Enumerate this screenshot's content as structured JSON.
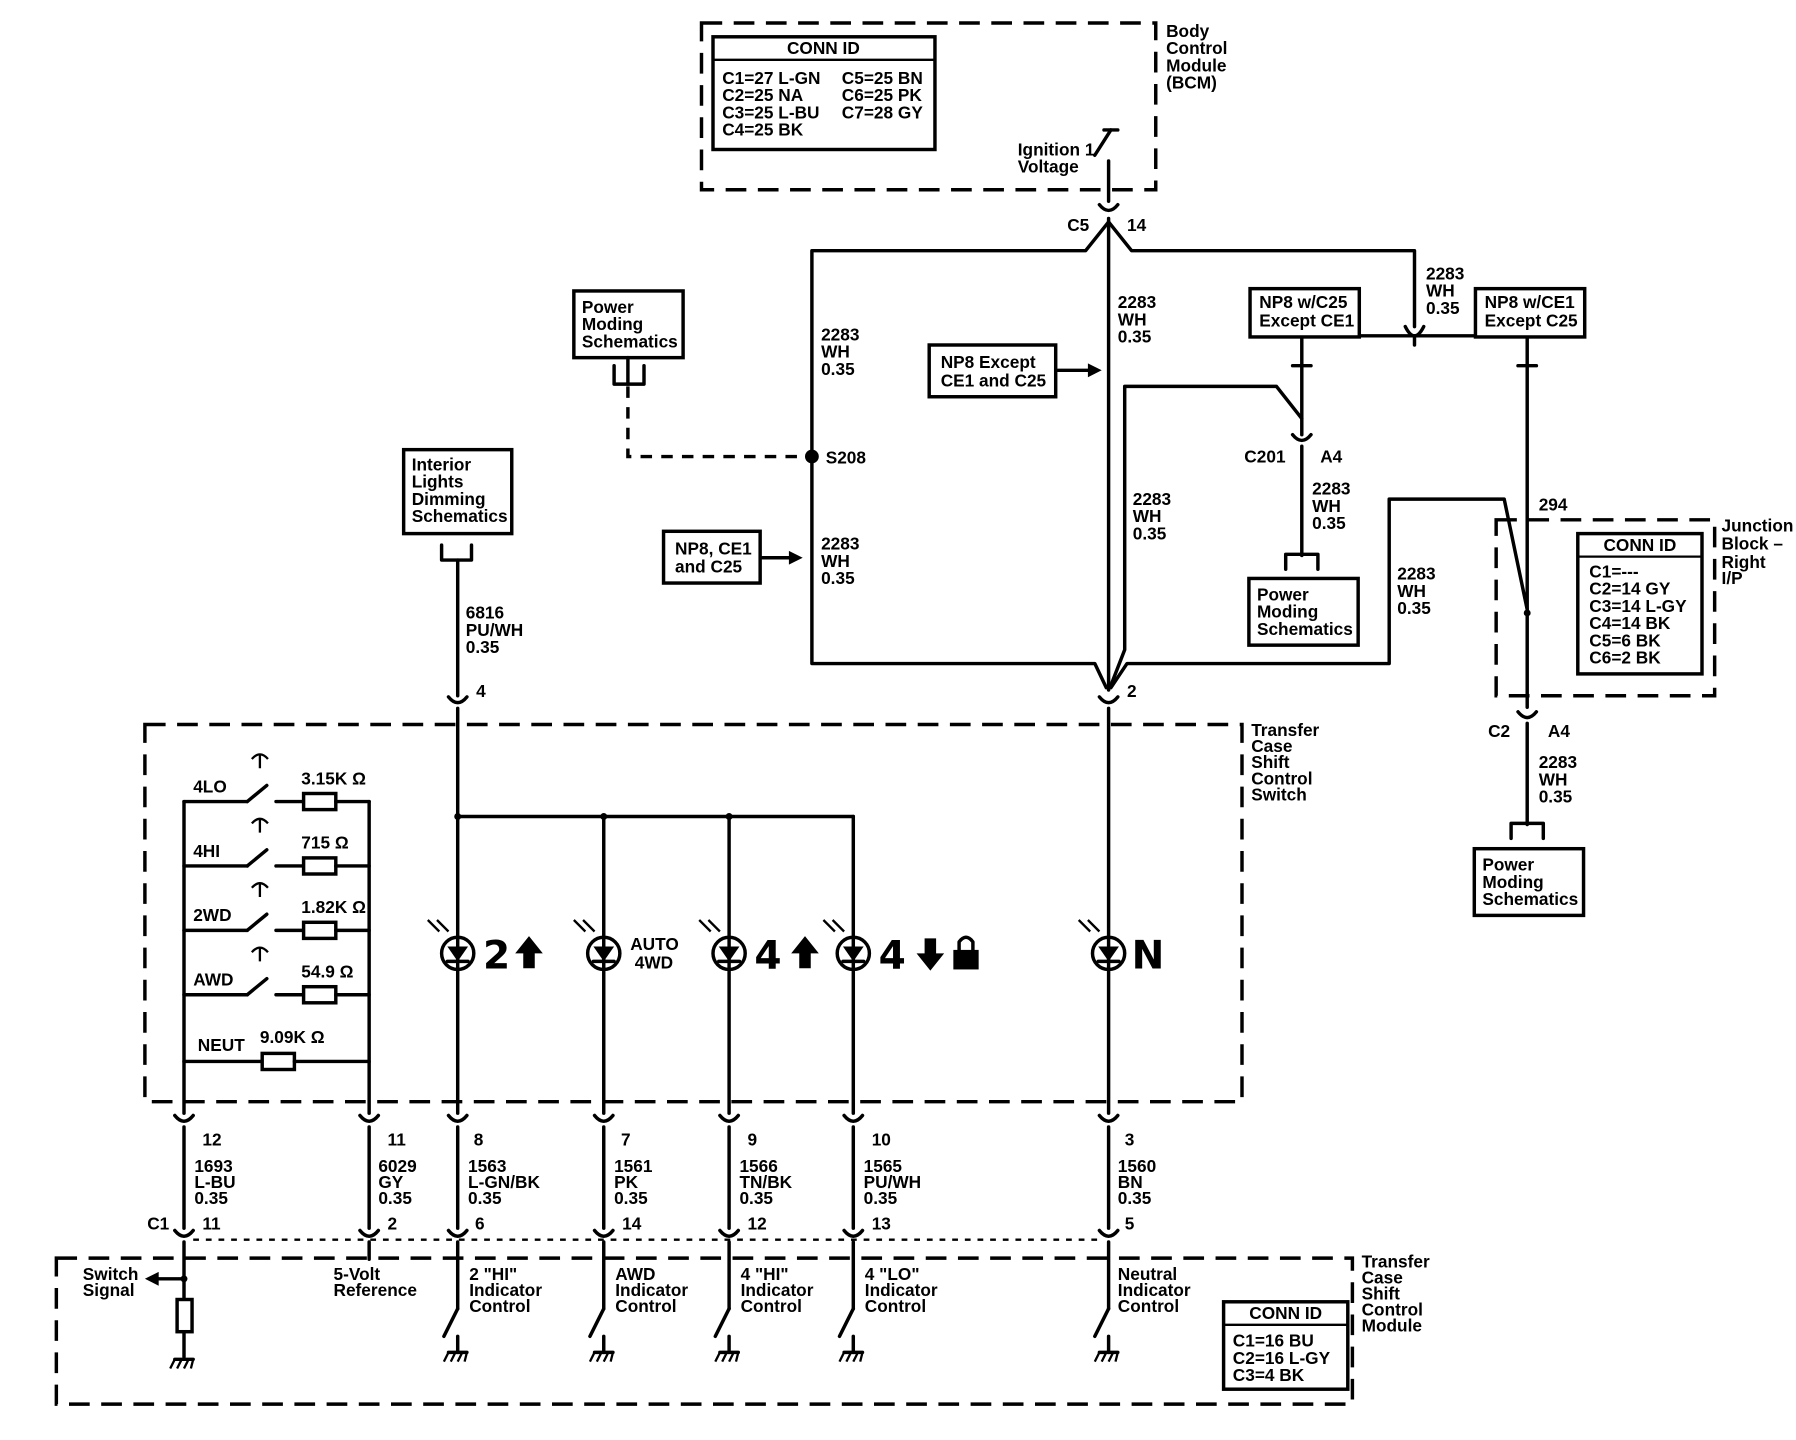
{
  "bcm": {
    "label": [
      "Body",
      "Control",
      "Module",
      "(BCM)"
    ],
    "conn_id_title": "CONN ID",
    "conn_ids": [
      "C1=27 L-GN",
      "C2=25 NA",
      "C3=25 L-BU",
      "C4=25 BK",
      "C5=25 BN",
      "C6=25 PK",
      "C7=28 GY"
    ],
    "ignition": [
      "Ignition 1",
      "Voltage"
    ],
    "connector": "C5",
    "pin": "14"
  },
  "wires": {
    "w2283_left": [
      "2283",
      "WH",
      "0.35"
    ],
    "w2283_center_top": [
      "2283",
      "WH",
      "0.35"
    ],
    "w2283_right_top": [
      "2283",
      "WH",
      "0.35"
    ],
    "w2283_s208_low": [
      "2283",
      "WH",
      "0.35"
    ],
    "w2283_center_low": [
      "2283",
      "WH",
      "0.35"
    ],
    "w2283_c201": [
      "2283",
      "WH",
      "0.35"
    ],
    "w2283_jb": [
      "2283",
      "WH",
      "0.35"
    ],
    "w2283_c2": [
      "2283",
      "WH",
      "0.35"
    ],
    "w6816": [
      "6816",
      "PU/WH",
      "0.35"
    ],
    "w1693": [
      "1693",
      "L-BU",
      "0.35"
    ],
    "w6029": [
      "6029",
      "GY",
      "0.35"
    ],
    "w1563": [
      "1563",
      "L-GN/BK",
      "0.35"
    ],
    "w1561": [
      "1561",
      "PK",
      "0.35"
    ],
    "w1566": [
      "1566",
      "TN/BK",
      "0.35"
    ],
    "w1565": [
      "1565",
      "PU/WH",
      "0.35"
    ],
    "w1560": [
      "1560",
      "BN",
      "0.35"
    ]
  },
  "boxes": {
    "power_moding": [
      "Power",
      "Moding",
      "Schematics"
    ],
    "interior_lights": [
      "Interior",
      "Lights",
      "Dimming",
      "Schematics"
    ],
    "np8_except": [
      "NP8 Except",
      "CE1 and C25"
    ],
    "np8_ce1_c25": [
      "NP8, CE1",
      "and C25"
    ],
    "np8_wc25": [
      "NP8 w/C25",
      "Except CE1"
    ],
    "np8_wce1": [
      "NP8 w/CE1",
      "Except C25"
    ]
  },
  "splice": "S208",
  "c201": {
    "conn": "C201",
    "pin": "A4"
  },
  "junction_block": {
    "label": [
      "Junction",
      "Block –",
      "Right",
      "I/P"
    ],
    "pin_top": "294",
    "conn_id_title": "CONN ID",
    "conn_ids": [
      "C1=---",
      "C2=14 GY",
      "C3=14 L-GY",
      "C4=14 BK",
      "C5=6 BK",
      "C6=2 BK"
    ],
    "conn": "C2",
    "pin": "A4"
  },
  "switch": {
    "label": [
      "Transfer",
      "Case",
      "Shift",
      "Control",
      "Switch"
    ],
    "top_pins": {
      "p4": "4",
      "p2": "2"
    },
    "modes": [
      {
        "name": "4LO",
        "res": "3.15K Ω"
      },
      {
        "name": "4HI",
        "res": "715  Ω"
      },
      {
        "name": "2WD",
        "res": "1.82K Ω"
      },
      {
        "name": "AWD",
        "res": "54.9  Ω"
      },
      {
        "name": "NEUT",
        "res": "9.09K Ω"
      }
    ],
    "indicators": {
      "two": "2",
      "auto": [
        "AUTO",
        "4WD"
      ],
      "four_hi": "4",
      "four_lo": "4",
      "neutral": "N"
    },
    "bottom_pins": [
      "12",
      "11",
      "8",
      "7",
      "9",
      "10",
      "3"
    ]
  },
  "module": {
    "label": [
      "Transfer",
      "Case",
      "Shift",
      "Control",
      "Module"
    ],
    "conn": "C1",
    "pins": [
      "11",
      "2",
      "6",
      "14",
      "12",
      "13",
      "5"
    ],
    "circuits": [
      [
        "Switch",
        "Signal"
      ],
      [
        "5-Volt",
        "Reference"
      ],
      [
        "2 \"HI\"",
        "Indicator",
        "Control"
      ],
      [
        "AWD",
        "Indicator",
        "Control"
      ],
      [
        "4 \"HI\"",
        "Indicator",
        "Control"
      ],
      [
        "4 \"LO\"",
        "Indicator",
        "Control"
      ],
      [
        "Neutral",
        "Indicator",
        "Control"
      ]
    ],
    "conn_id_title": "CONN ID",
    "conn_ids": [
      "C1=16 BU",
      "C2=16 L-GY",
      "C3=4 BK"
    ]
  }
}
